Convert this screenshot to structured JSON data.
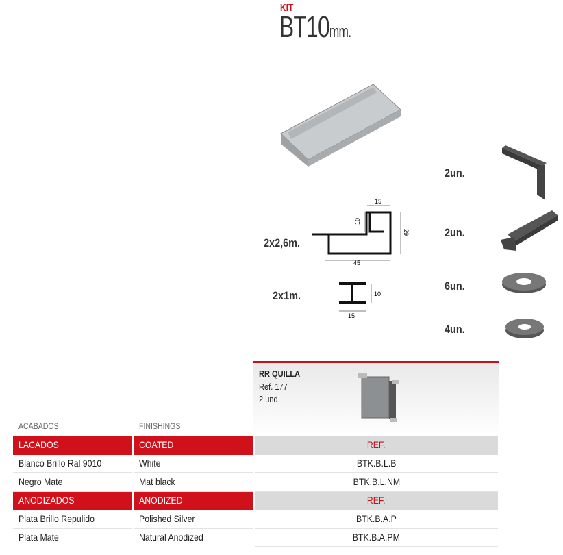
{
  "header": {
    "kit": "KIT",
    "model": "BT10",
    "unit": "mm."
  },
  "components": {
    "profile_long_qty": "2x2,6m.",
    "profile_short_qty": "2x1m.",
    "bracket_qty": "2un.",
    "clip_qty": "2un.",
    "washer_large_qty": "6un.",
    "washer_small_qty": "4un."
  },
  "dimensions": {
    "long": {
      "w_top": "15",
      "h_inner": "10",
      "h_total": "29",
      "w_total": "45"
    },
    "short": {
      "h": "10",
      "w": "15"
    }
  },
  "accessory": {
    "name": "RR QUILLA",
    "ref": "Ref. 177",
    "qty": "2 und"
  },
  "table": {
    "headers": {
      "acabados": "ACABADOS",
      "finishings": "FINISHINGS"
    },
    "rows": [
      {
        "type": "section",
        "es": "LACADOS",
        "en": "COATED",
        "ref": "REF."
      },
      {
        "type": "item",
        "es": "Blanco Brillo Ral 9010",
        "en": "White",
        "ref": "BTK.B.L.B"
      },
      {
        "type": "item",
        "es": "Negro Mate",
        "en": "Mat black",
        "ref": "BTK.B.L.NM"
      },
      {
        "type": "section",
        "es": "ANODIZADOS",
        "en": "ANODIZED",
        "ref": "REF."
      },
      {
        "type": "item",
        "es": "Plata Brillo Repulido",
        "en": "Polished Silver",
        "ref": "BTK.B.A.P"
      },
      {
        "type": "item",
        "es": "Plata Mate",
        "en": "Natural Anodized",
        "ref": "BTK.B.A.PM"
      }
    ]
  },
  "colors": {
    "accent": "#d0101a"
  }
}
